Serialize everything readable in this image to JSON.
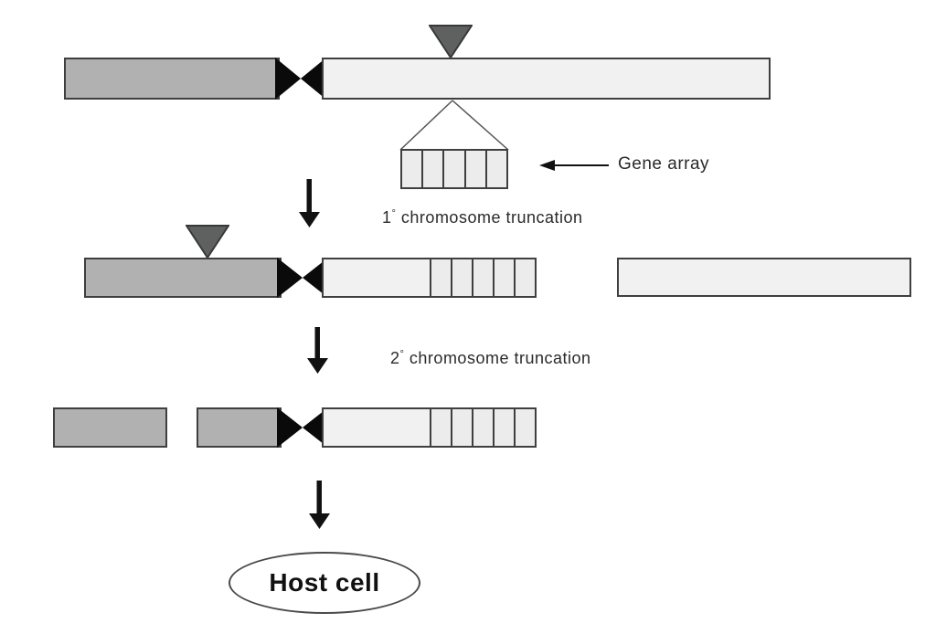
{
  "diagram": {
    "labels": {
      "gene_array": "Gene array",
      "step1_prefix": "1",
      "step1_sup": "°",
      "step1_text": " chromosome truncation",
      "step2_prefix": "2",
      "step2_sup": "°",
      "step2_text": " chromosome truncation",
      "host_cell": "Host cell"
    },
    "gene_array_segments": 5,
    "colors": {
      "long_arm_gray": "#b1b1b1",
      "short_arm_light": "#f1f1f1",
      "segment_fill": "#ececec",
      "centromere_black": "#0a0a0a",
      "insertion_triangle": "#5f6060",
      "triangle_stroke": "#383838",
      "outline": "#3f3f3f",
      "arrow_black": "#111111",
      "background": "#ffffff"
    }
  }
}
